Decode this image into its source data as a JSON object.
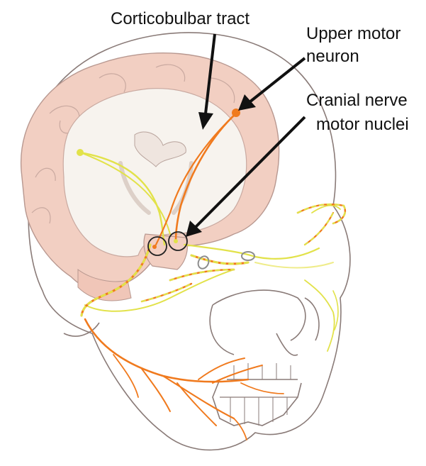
{
  "labels": {
    "corticobulbar_tract": "Corticobulbar tract",
    "upper_motor_neuron_line1": "Upper motor",
    "upper_motor_neuron_line2": "neuron",
    "cranial_nerve_line1": "Cranial nerve",
    "cranial_nerve_line2": "motor nuclei"
  },
  "colors": {
    "tract_orange": "#f07a1e",
    "nerve_yellow": "#e2e24a",
    "brain_pink": "#f2cfc2",
    "white_matter": "#f7f3ee",
    "skull_line": "#8a7b78",
    "arrow": "#111111"
  }
}
